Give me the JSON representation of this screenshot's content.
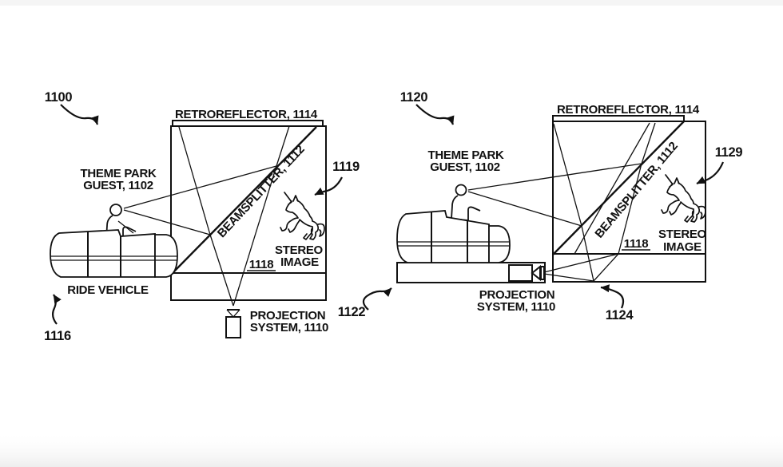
{
  "figure": {
    "background": "#ffffff",
    "ink": "#111111",
    "page_tint": "#f2f2f2"
  },
  "left": {
    "ref": "1100",
    "retroreflector": "RETROREFLECTOR, 1114",
    "guest_line1": "THEME PARK",
    "guest_line2": "GUEST, 1102",
    "beamsplitter": "BEAMSPLITTER, 1112",
    "stereo_image_ref": "1119",
    "stereo_line1": "STEREO",
    "stereo_line2": "IMAGE",
    "screen_ref": "1118",
    "ride_vehicle": "RIDE VEHICLE",
    "ride_vehicle_ref": "1116",
    "projection_line1": "PROJECTION",
    "projection_line2": "SYSTEM, 1110"
  },
  "right": {
    "ref": "1120",
    "retroreflector": "RETROREFLECTOR, 1114",
    "guest_line1": "THEME PARK",
    "guest_line2": "GUEST, 1102",
    "beamsplitter": "BEAMSPLITTER, 1112",
    "stereo_image_ref": "1129",
    "stereo_line1": "STEREO",
    "stereo_line2": "IMAGE",
    "screen_ref": "1118",
    "platform_ref": "1122",
    "screen_edge_ref": "1124",
    "projection_line1": "PROJECTION",
    "projection_line2": "SYSTEM, 1110"
  }
}
